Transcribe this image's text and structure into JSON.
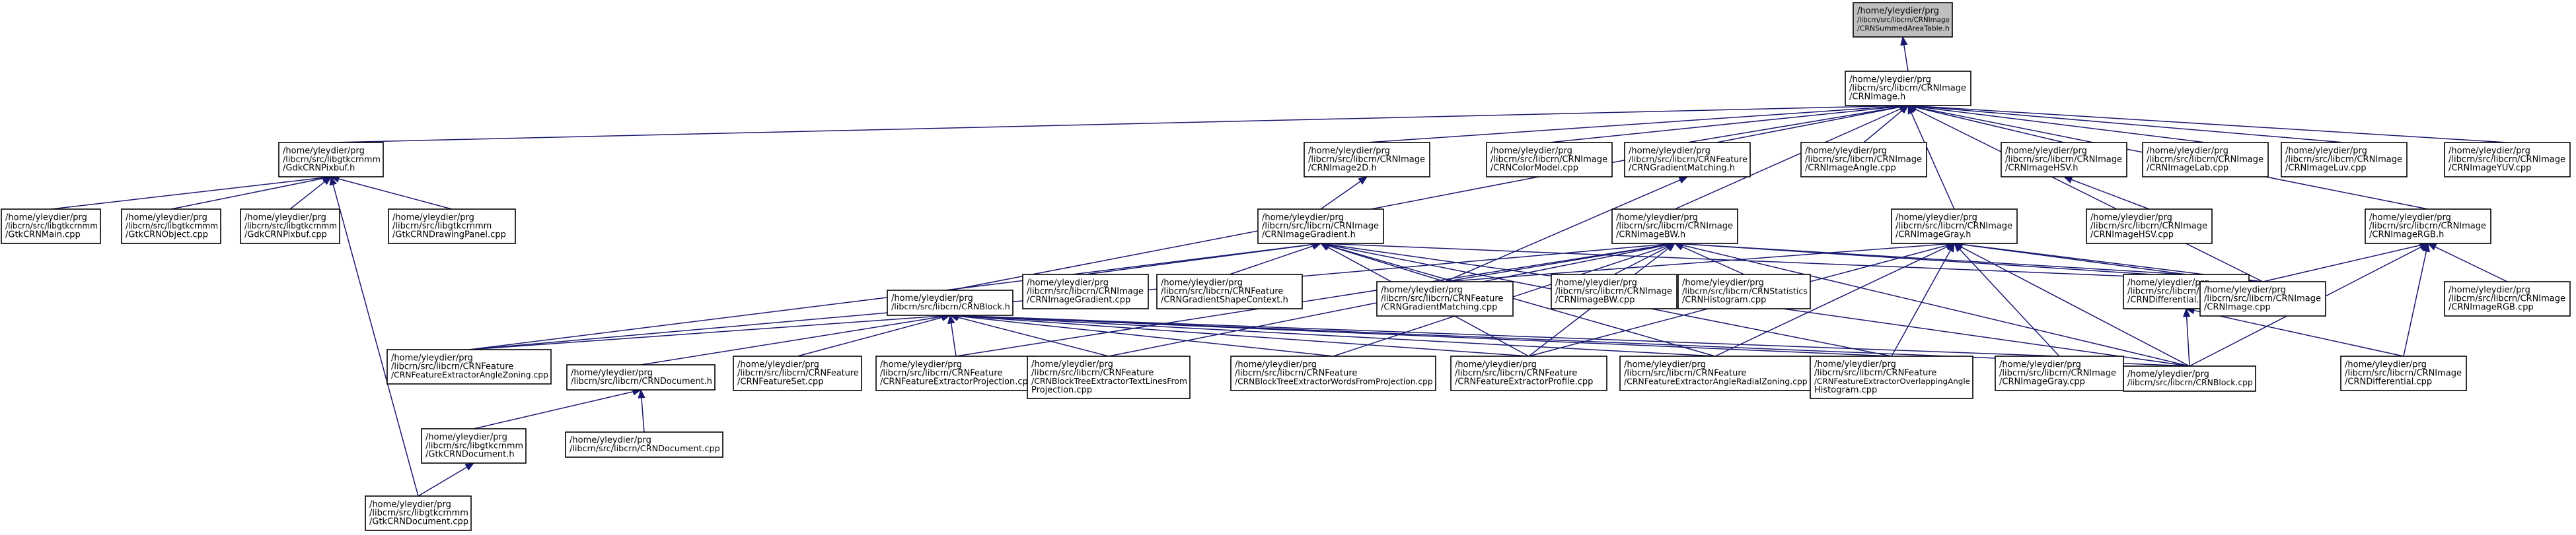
{
  "nodes": [
    {
      "id": "root",
      "lines": [
        "/home/yleydier/prg",
        "/libcrn/src/libcrn/CRNImage",
        "/CRNSummedAreaTable.h"
      ],
      "highlight": true
    },
    {
      "id": "image_h",
      "lines": [
        "/home/yleydier/prg",
        "/libcrn/src/libcrn/CRNImage",
        "/CRNImage.h"
      ]
    },
    {
      "id": "gdk_pixbuf_h",
      "lines": [
        "/home/yleydier/prg",
        "/libcrn/src/libgtkcrnmm",
        "/GdkCRNPixbuf.h"
      ]
    },
    {
      "id": "gtk_main",
      "lines": [
        "/home/yleydier/prg",
        "/libcrn/src/libgtkcrnmm",
        "/GtkCRNMain.cpp"
      ]
    },
    {
      "id": "gtk_object",
      "lines": [
        "/home/yleydier/prg",
        "/libcrn/src/libgtkcrnmm",
        "/GtkCRNObject.cpp"
      ]
    },
    {
      "id": "gdk_pixbuf_cpp",
      "lines": [
        "/home/yleydier/prg",
        "/libcrn/src/libgtkcrnmm",
        "/GdkCRNPixbuf.cpp"
      ]
    },
    {
      "id": "gtk_drawing",
      "lines": [
        "/home/yleydier/prg",
        "/libcrn/src/libgtkcrnmm",
        "/GtkCRNDrawingPanel.cpp"
      ]
    },
    {
      "id": "image2d",
      "lines": [
        "/home/yleydier/prg",
        "/libcrn/src/libcrn/CRNImage",
        "/CRNImage2D.h"
      ]
    },
    {
      "id": "colormodel",
      "lines": [
        "/home/yleydier/prg",
        "/libcrn/src/libcrn/CRNImage",
        "/CRNColorModel.cpp"
      ]
    },
    {
      "id": "gradmatch_h",
      "lines": [
        "/home/yleydier/prg",
        "/libcrn/src/libcrn/CRNFeature",
        "/CRNGradientMatching.h"
      ]
    },
    {
      "id": "angle_cpp",
      "lines": [
        "/home/yleydier/prg",
        "/libcrn/src/libcrn/CRNImage",
        "/CRNImageAngle.cpp"
      ]
    },
    {
      "id": "hsv_h",
      "lines": [
        "/home/yleydier/prg",
        "/libcrn/src/libcrn/CRNImage",
        "/CRNImageHSV.h"
      ]
    },
    {
      "id": "lab_cpp",
      "lines": [
        "/home/yleydier/prg",
        "/libcrn/src/libcrn/CRNImage",
        "/CRNImageLab.cpp"
      ]
    },
    {
      "id": "luv_cpp",
      "lines": [
        "/home/yleydier/prg",
        "/libcrn/src/libcrn/CRNImage",
        "/CRNImageLuv.cpp"
      ]
    },
    {
      "id": "yuv_cpp",
      "lines": [
        "/home/yleydier/prg",
        "/libcrn/src/libcrn/CRNImage",
        "/CRNImageYUV.cpp"
      ]
    },
    {
      "id": "hsv_cpp",
      "lines": [
        "/home/yleydier/prg",
        "/libcrn/src/libcrn/CRNImage",
        "/CRNImageHSV.cpp"
      ]
    },
    {
      "id": "gradient_h",
      "lines": [
        "/home/yleydier/prg",
        "/libcrn/src/libcrn/CRNImage",
        "/CRNImageGradient.h"
      ]
    },
    {
      "id": "bw_h",
      "lines": [
        "/home/yleydier/prg",
        "/libcrn/src/libcrn/CRNImage",
        "/CRNImageBW.h"
      ]
    },
    {
      "id": "gray_h",
      "lines": [
        "/home/yleydier/prg",
        "/libcrn/src/libcrn/CRNImage",
        "/CRNImageGray.h"
      ]
    },
    {
      "id": "rgb_h",
      "lines": [
        "/home/yleydier/prg",
        "/libcrn/src/libcrn/CRNImage",
        "/CRNImageRGB.h"
      ]
    },
    {
      "id": "block_h",
      "lines": [
        "/home/yleydier/prg",
        "/libcrn/src/libcrn/CRNBlock.h"
      ]
    },
    {
      "id": "gradient_cpp",
      "lines": [
        "/home/yleydier/prg",
        "/libcrn/src/libcrn/CRNImage",
        "/CRNImageGradient.cpp"
      ]
    },
    {
      "id": "shapecontext",
      "lines": [
        "/home/yleydier/prg",
        "/libcrn/src/libcrn/CRNFeature",
        "/CRNGradientShapeContext.h"
      ]
    },
    {
      "id": "gradmatch_cpp",
      "lines": [
        "/home/yleydier/prg",
        "/libcrn/src/libcrn/CRNFeature",
        "/CRNGradientMatching.cpp"
      ]
    },
    {
      "id": "bw_cpp",
      "lines": [
        "/home/yleydier/prg",
        "/libcrn/src/libcrn/CRNImage",
        "/CRNImageBW.cpp"
      ]
    },
    {
      "id": "stat_hist",
      "lines": [
        "/home/yleydier/prg",
        "/libcrn/src/libcrn/CRNStatistics",
        "/CRNHistogram.cpp"
      ]
    },
    {
      "id": "diff_h",
      "lines": [
        "/home/yleydier/prg",
        "/libcrn/src/libcrn/CRNImage",
        "/CRNDifferential.h"
      ]
    },
    {
      "id": "image_cpp",
      "lines": [
        "/home/yleydier/prg",
        "/libcrn/src/libcrn/CRNImage",
        "/CRNImage.cpp"
      ]
    },
    {
      "id": "rgb_cpp",
      "lines": [
        "/home/yleydier/prg",
        "/libcrn/src/libcrn/CRNImage",
        "/CRNImageRGB.cpp"
      ]
    },
    {
      "id": "angle_zoning",
      "lines": [
        "/home/yleydier/prg",
        "/libcrn/src/libcrn/CRNFeature",
        "/CRNFeatureExtractorAngleZoning.cpp"
      ]
    },
    {
      "id": "document_h",
      "lines": [
        "/home/yleydier/prg",
        "/libcrn/src/libcrn/CRNDocument.h"
      ]
    },
    {
      "id": "featureset",
      "lines": [
        "/home/yleydier/prg",
        "/libcrn/src/libcrn/CRNFeature",
        "/CRNFeatureSet.cpp"
      ]
    },
    {
      "id": "projection",
      "lines": [
        "/home/yleydier/prg",
        "/libcrn/src/libcrn/CRNFeature",
        "/CRNFeatureExtractorProjection.cpp"
      ]
    },
    {
      "id": "textlines",
      "lines": [
        "/home/yleydier/prg",
        "/libcrn/src/libcrn/CRNFeature",
        "/CRNBlockTreeExtractorTextLinesFrom",
        "Projection.cpp"
      ]
    },
    {
      "id": "words",
      "lines": [
        "/home/yleydier/prg",
        "/libcrn/src/libcrn/CRNFeature",
        "/CRNBlockTreeExtractorWordsFromProjection.cpp"
      ]
    },
    {
      "id": "profile",
      "lines": [
        "/home/yleydier/prg",
        "/libcrn/src/libcrn/CRNFeature",
        "/CRNFeatureExtractorProfile.cpp"
      ]
    },
    {
      "id": "radial",
      "lines": [
        "/home/yleydier/prg",
        "/libcrn/src/libcrn/CRNFeature",
        "/CRNFeatureExtractorAngleRadialZoning.cpp"
      ]
    },
    {
      "id": "overlap",
      "lines": [
        "/home/yleydier/prg",
        "/libcrn/src/libcrn/CRNFeature",
        "/CRNFeatureExtractorOverlappingAngle",
        "Histogram.cpp"
      ]
    },
    {
      "id": "gray_cpp",
      "lines": [
        "/home/yleydier/prg",
        "/libcrn/src/libcrn/CRNImage",
        "/CRNImageGray.cpp"
      ]
    },
    {
      "id": "block_cpp",
      "lines": [
        "/home/yleydier/prg",
        "/libcrn/src/libcrn/CRNBlock.cpp"
      ]
    },
    {
      "id": "diff_cpp",
      "lines": [
        "/home/yleydier/prg",
        "/libcrn/src/libcrn/CRNImage",
        "/CRNDifferential.cpp"
      ]
    },
    {
      "id": "gtk_document_h",
      "lines": [
        "/home/yleydier/prg",
        "/libcrn/src/libgtkcrnmm",
        "/GtkCRNDocument.h"
      ]
    },
    {
      "id": "document_cpp",
      "lines": [
        "/home/yleydier/prg",
        "/libcrn/src/libcrn/CRNDocument.cpp"
      ]
    },
    {
      "id": "gtk_document_cpp",
      "lines": [
        "/home/yleydier/prg",
        "/libcrn/src/libgtkcrnmm",
        "/GtkCRNDocument.cpp"
      ]
    }
  ],
  "edges": [
    [
      "image_h",
      "root"
    ],
    [
      "gdk_pixbuf_h",
      "image_h"
    ],
    [
      "image2d",
      "image_h"
    ],
    [
      "colormodel",
      "image_h"
    ],
    [
      "gradmatch_h",
      "image_h"
    ],
    [
      "angle_cpp",
      "image_h"
    ],
    [
      "hsv_h",
      "image_h"
    ],
    [
      "lab_cpp",
      "image_h"
    ],
    [
      "luv_cpp",
      "image_h"
    ],
    [
      "yuv_cpp",
      "image_h"
    ],
    [
      "rgb_h",
      "image_h"
    ],
    [
      "block_h",
      "image_h"
    ],
    [
      "bw_h",
      "image_h"
    ],
    [
      "gray_h",
      "image_h"
    ],
    [
      "image_cpp",
      "image_h"
    ],
    [
      "gtk_main",
      "gdk_pixbuf_h"
    ],
    [
      "gtk_object",
      "gdk_pixbuf_h"
    ],
    [
      "gdk_pixbuf_cpp",
      "gdk_pixbuf_h"
    ],
    [
      "gtk_drawing",
      "gdk_pixbuf_h"
    ],
    [
      "gtk_document_cpp",
      "gdk_pixbuf_h"
    ],
    [
      "gradient_h",
      "image2d"
    ],
    [
      "gradmatch_cpp",
      "gradmatch_h"
    ],
    [
      "hsv_cpp",
      "hsv_h"
    ],
    [
      "gradient_cpp",
      "gradient_h"
    ],
    [
      "shapecontext",
      "gradient_h"
    ],
    [
      "gradmatch_cpp",
      "gradient_h"
    ],
    [
      "angle_zoning",
      "gradient_h"
    ],
    [
      "image_cpp",
      "gradient_h"
    ],
    [
      "radial",
      "gradient_h"
    ],
    [
      "overlap",
      "gradient_h"
    ],
    [
      "profile",
      "gradient_h"
    ],
    [
      "block_cpp",
      "gradient_h"
    ],
    [
      "bw_cpp",
      "bw_h"
    ],
    [
      "stat_hist",
      "bw_h"
    ],
    [
      "gradmatch_cpp",
      "bw_h"
    ],
    [
      "diff_h",
      "bw_h"
    ],
    [
      "image_cpp",
      "bw_h"
    ],
    [
      "projection",
      "bw_h"
    ],
    [
      "textlines",
      "bw_h"
    ],
    [
      "words",
      "bw_h"
    ],
    [
      "profile",
      "bw_h"
    ],
    [
      "angle_zoning",
      "bw_h"
    ],
    [
      "block_cpp",
      "bw_h"
    ],
    [
      "gradmatch_cpp",
      "gray_h"
    ],
    [
      "diff_h",
      "gray_h"
    ],
    [
      "image_cpp",
      "gray_h"
    ],
    [
      "gray_cpp",
      "gray_h"
    ],
    [
      "radial",
      "gray_h"
    ],
    [
      "overlap",
      "gray_h"
    ],
    [
      "block_cpp",
      "gray_h"
    ],
    [
      "profile",
      "gray_h"
    ],
    [
      "image_cpp",
      "rgb_h"
    ],
    [
      "rgb_cpp",
      "rgb_h"
    ],
    [
      "diff_cpp",
      "rgb_h"
    ],
    [
      "block_cpp",
      "rgb_h"
    ],
    [
      "angle_zoning",
      "block_h"
    ],
    [
      "document_h",
      "block_h"
    ],
    [
      "featureset",
      "block_h"
    ],
    [
      "projection",
      "block_h"
    ],
    [
      "textlines",
      "block_h"
    ],
    [
      "words",
      "block_h"
    ],
    [
      "profile",
      "block_h"
    ],
    [
      "radial",
      "block_h"
    ],
    [
      "overlap",
      "block_h"
    ],
    [
      "gray_cpp",
      "block_h"
    ],
    [
      "block_cpp",
      "block_h"
    ],
    [
      "block_cpp",
      "diff_h"
    ],
    [
      "diff_cpp",
      "diff_h"
    ],
    [
      "gtk_document_h",
      "document_h"
    ],
    [
      "document_cpp",
      "document_h"
    ],
    [
      "gtk_document_cpp",
      "gtk_document_h"
    ]
  ]
}
